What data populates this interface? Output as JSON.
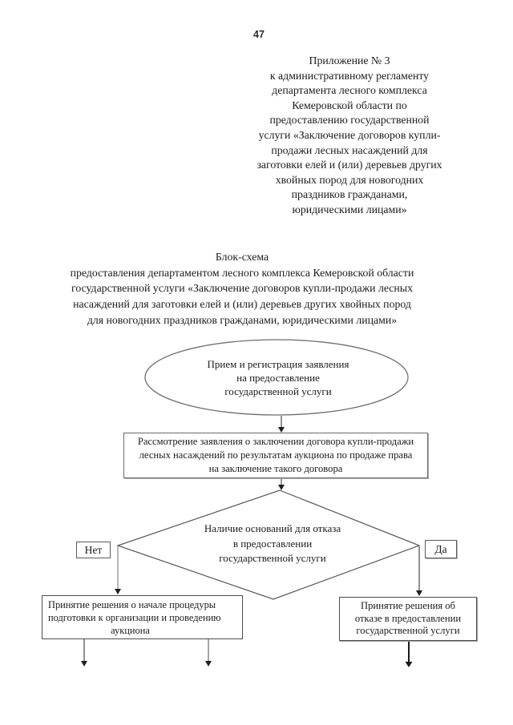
{
  "colors": {
    "background": "#ffffff",
    "text": "#1b1b1b",
    "line": "#4a4a4a",
    "light_line": "#8f8f8f",
    "box_border": "#5f5f5f",
    "box_shadow": "#aaaaaa",
    "arrowhead": "#1f1f1f"
  },
  "page": {
    "number": "47"
  },
  "appendix": {
    "lines": [
      "Приложение № 3",
      "к административному регламенту",
      "департамента лесного комплекса",
      "Кемеровской области по",
      "предоставлению государственной",
      "услуги «Заключение договоров купли-",
      "продажи лесных насаждений для",
      "заготовки елей и (или) деревьев других",
      "хвойных пород для новогодних",
      "праздников гражданами,",
      "юридическими лицами»"
    ]
  },
  "title": {
    "lines": [
      "Блок-схема",
      "предоставления департаментом лесного комплекса Кемеровской области",
      "государственной услуги «Заключение договоров купли-продажи лесных",
      "насаждений для заготовки елей и (или) деревьев других хвойных пород",
      "для новогодних праздников гражданами, юридическими лицами»"
    ]
  },
  "flowchart": {
    "start": {
      "shape": "ellipse",
      "lines": [
        "Прием и регистрация заявления",
        "на предоставление",
        "государственной услуги"
      ]
    },
    "review": {
      "shape": "rect",
      "lines": [
        "Рассмотрение заявления о заключении договора купли-продажи",
        "лесных насаждений по результатам аукциона по продаже права",
        "на заключение такого договора"
      ]
    },
    "decision": {
      "shape": "diamond",
      "lines": [
        "Наличие оснований для отказа",
        "в предоставлении",
        "государственной услуги"
      ]
    },
    "no_label": "Нет",
    "yes_label": "Да",
    "start_auction": {
      "shape": "rect",
      "lines": [
        "Принятие решения о начале процедуры",
        "подготовки к организации и проведению",
        "аукциона"
      ]
    },
    "refusal": {
      "shape": "rect",
      "lines": [
        "Принятие решения об",
        "отказе в предоставлении",
        "государственной услуги"
      ]
    }
  }
}
